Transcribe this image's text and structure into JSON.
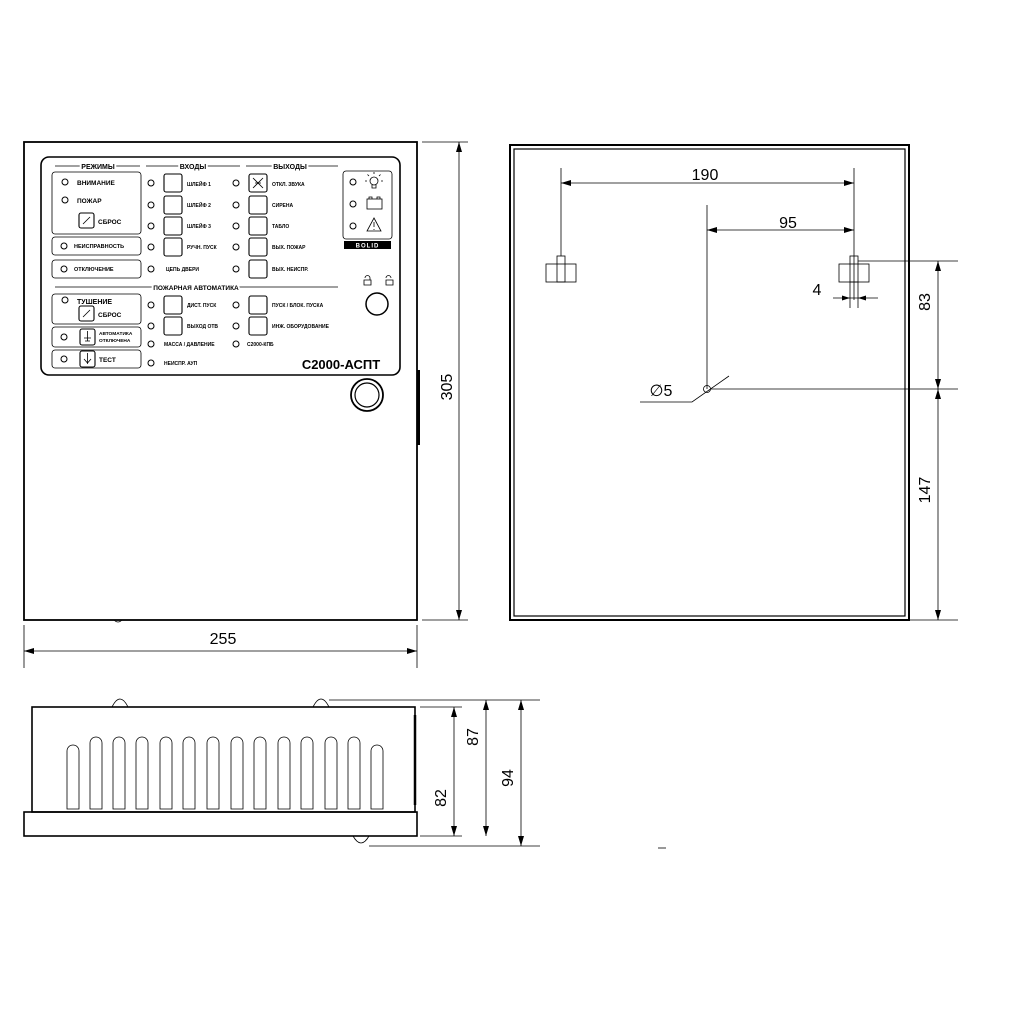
{
  "panel": {
    "group_modes": "РЕЖИМЫ",
    "group_inputs": "ВХОДЫ",
    "group_outputs": "ВЫХОДЫ",
    "group_automation": "ПОЖАРНАЯ АВТОМАТИКА",
    "mode_attention": "ВНИМАНИЕ",
    "mode_fire": "ПОЖАР",
    "mode_reset": "СБРОС",
    "fault": "НЕИСПРАВНОСТЬ",
    "disable": "ОТКЛЮЧЕНИЕ",
    "extinguish": "ТУШЕНИЕ",
    "extinguish_reset": "СБРОС",
    "auto_off_1": "АВТОМАТИКА",
    "auto_off_2": "ОТКЛЮЧЕНА",
    "test": "ТЕСТ",
    "inputs": [
      "ШЛЕЙФ 1",
      "ШЛЕЙФ 2",
      "ШЛЕЙФ 3",
      "РУЧН. ПУСК",
      "ЦЕПЬ ДВЕРИ"
    ],
    "automation_inputs": [
      "ДИСТ. ПУСК",
      "ВЫХОД ОТВ",
      "МАССА / ДАВЛЕНИЕ",
      "НЕИСПР. АУП"
    ],
    "outputs": [
      "ОТКЛ. ЗВУКА",
      "СИРЕНА",
      "ТАБЛО",
      "ВЫХ. ПОЖАР",
      "ВЫХ. НЕИСПР."
    ],
    "automation_outputs": [
      "ПУСК / БЛОК. ПУСКА",
      "ИНЖ. ОБОРУДОВАНИЕ",
      "С2000-КПБ"
    ],
    "brand": "BOLID",
    "model": "С2000-АСПТ"
  },
  "dimensions": {
    "front_width": "255",
    "front_height": "305",
    "hole_spacing": "190",
    "hole_offset": "95",
    "slot_width": "4",
    "hole_diameter": "∅5",
    "slot_to_hole": "83",
    "hole_to_bottom": "147",
    "depth_body": "82",
    "depth_lid": "87",
    "depth_total": "94"
  }
}
